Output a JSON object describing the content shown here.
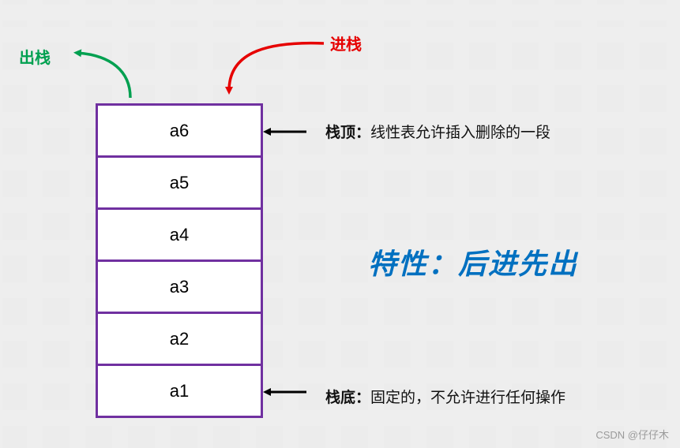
{
  "stack": {
    "cells": [
      "a6",
      "a5",
      "a4",
      "a3",
      "a2",
      "a1"
    ],
    "border_color": "#7030a0"
  },
  "arrows": {
    "push_label": "进栈",
    "push_color": "#e60000",
    "pop_label": "出栈",
    "pop_color": "#00a050"
  },
  "annotations": {
    "top_key": "栈顶：",
    "top_desc": "线性表允许插入删除的一段",
    "bottom_key": "栈底：",
    "bottom_desc": "固定的，不允许进行任何操作"
  },
  "feature": "特性：后进先出",
  "feature_color": "#0070c0",
  "watermark": "CSDN @仔仔木"
}
